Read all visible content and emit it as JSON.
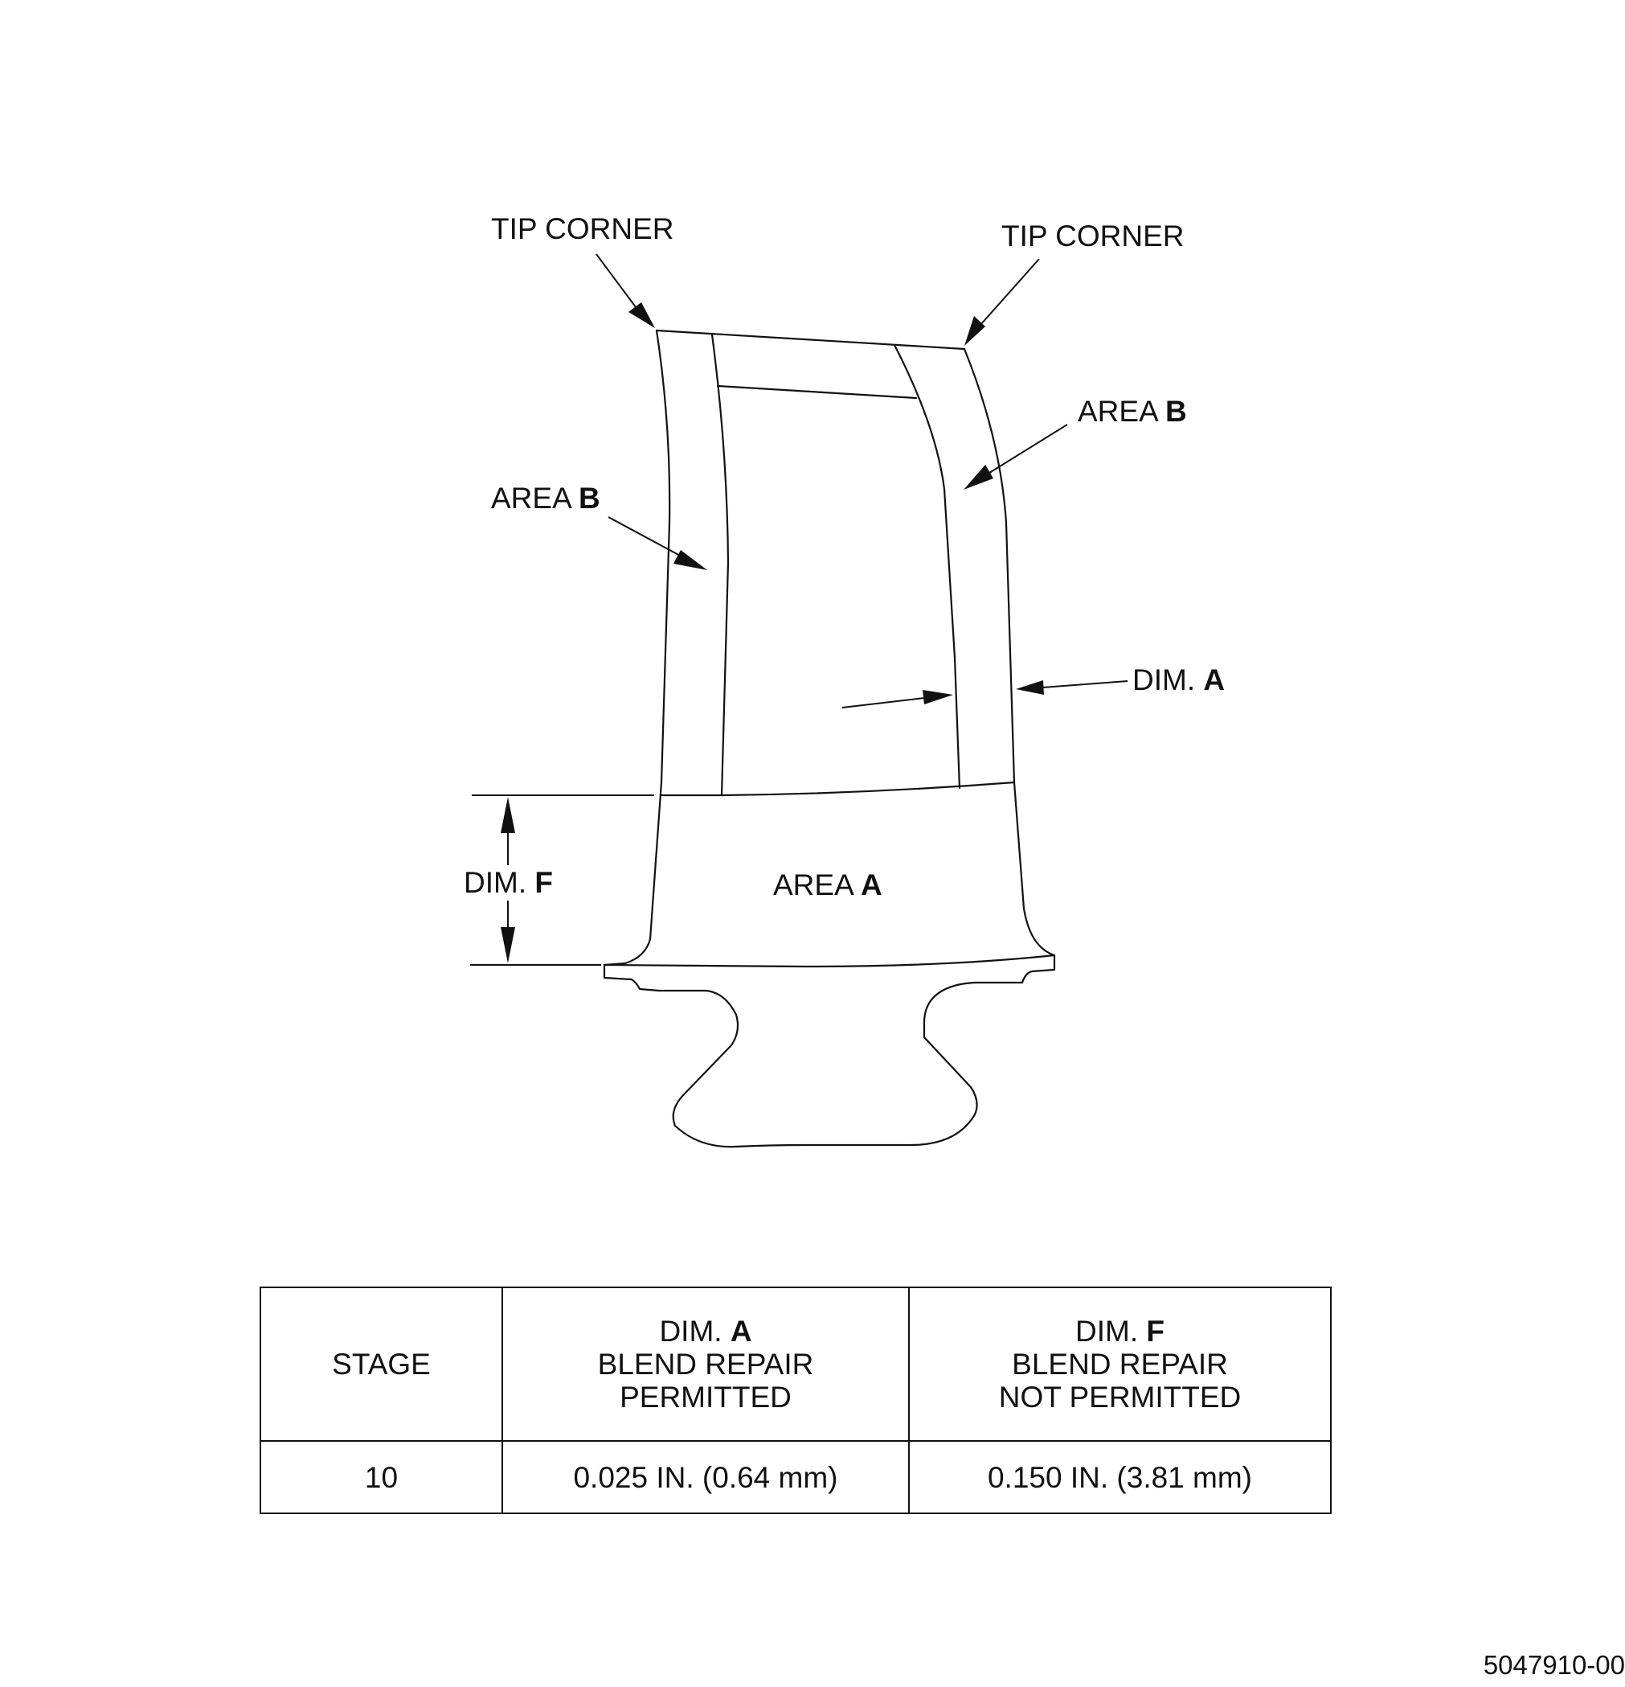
{
  "labels": {
    "tip_corner_left": "TIP CORNER",
    "tip_corner_right": "TIP CORNER",
    "area_b_left_prefix": "AREA ",
    "area_b_left_letter": "B",
    "area_b_right_prefix": "AREA ",
    "area_b_right_letter": "B",
    "dim_a_prefix": "DIM. ",
    "dim_a_letter": "A",
    "dim_f_prefix": "DIM. ",
    "dim_f_letter": "F",
    "area_a_prefix": "AREA ",
    "area_a_letter": "A"
  },
  "table": {
    "headers": {
      "stage": "STAGE",
      "dim_a": {
        "line1_prefix": "DIM. ",
        "line1_letter": "A",
        "line2": "BLEND REPAIR",
        "line3": "PERMITTED"
      },
      "dim_f": {
        "line1_prefix": "DIM. ",
        "line1_letter": "F",
        "line2": "BLEND REPAIR",
        "line3": "NOT PERMITTED"
      }
    },
    "rows": [
      {
        "stage": "10",
        "dim_a": "0.025 IN. (0.64 mm)",
        "dim_f": "0.150 IN. (3.81 mm)"
      }
    ]
  },
  "figure_id": "5047910-00"
}
